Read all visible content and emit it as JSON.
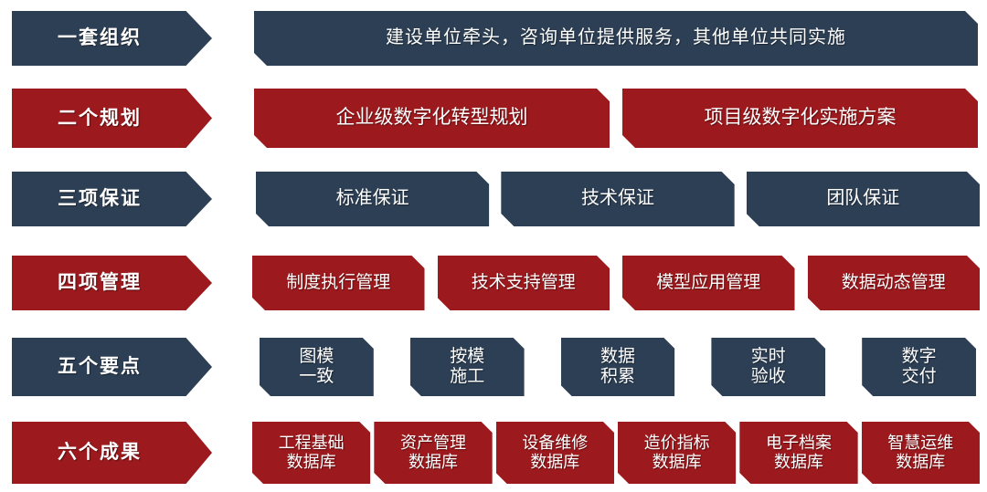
{
  "colors": {
    "navy": "#2d3f54",
    "red": "#9c191d",
    "text": "#ffffff",
    "background": "#ffffff"
  },
  "rows": [
    {
      "id": "row-one-organization",
      "label": "一套组织",
      "label_color": "navy",
      "box_color": "navy",
      "items": [
        "建设单位牵头，咨询单位提供服务，其他单位共同实施"
      ]
    },
    {
      "id": "row-two-plans",
      "label": "二个规划",
      "label_color": "red",
      "box_color": "red",
      "items": [
        "企业级数字化转型规划",
        "项目级数字化实施方案"
      ]
    },
    {
      "id": "row-three-guarantees",
      "label": "三项保证",
      "label_color": "navy",
      "box_color": "navy",
      "items": [
        "标准保证",
        "技术保证",
        "团队保证"
      ]
    },
    {
      "id": "row-four-management",
      "label": "四项管理",
      "label_color": "red",
      "box_color": "red",
      "items": [
        "制度执行管理",
        "技术支持管理",
        "模型应用管理",
        "数据动态管理"
      ]
    },
    {
      "id": "row-five-key-points",
      "label": "五个要点",
      "label_color": "navy",
      "box_color": "navy",
      "items": [
        "图模\n一致",
        "按模\n施工",
        "数据\n积累",
        "实时\n验收",
        "数字\n交付"
      ]
    },
    {
      "id": "row-six-outcomes",
      "label": "六个成果",
      "label_color": "red",
      "box_color": "red",
      "items": [
        "工程基础\n数据库",
        "资产管理\n数据库",
        "设备维修\n数据库",
        "造价指标\n数据库",
        "电子档案\n数据库",
        "智慧运维\n数据库"
      ]
    }
  ]
}
